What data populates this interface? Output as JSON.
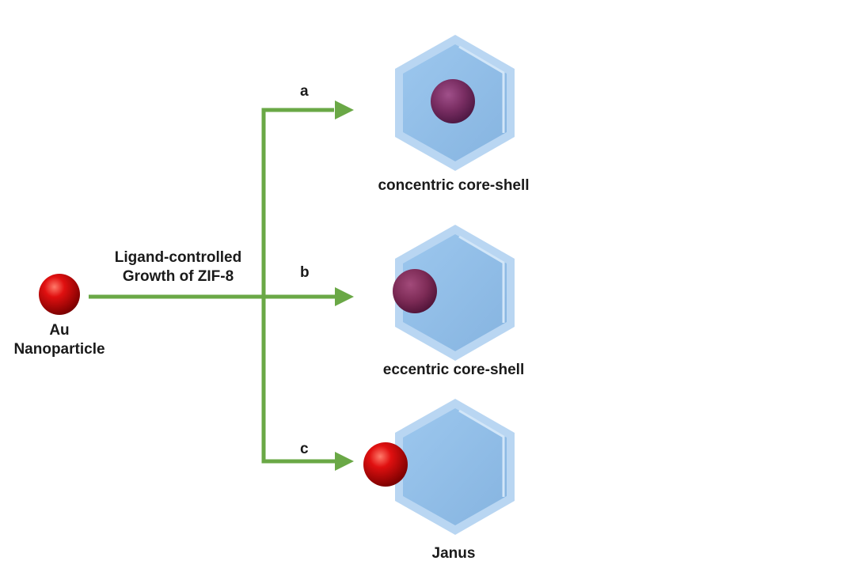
{
  "source": {
    "label_line1": "Au",
    "label_line2": "Nanoparticle"
  },
  "process": {
    "label_line1": "Ligand-controlled",
    "label_line2": "Growth of ZIF-8"
  },
  "branches": [
    {
      "letter": "a",
      "product": "concentric core-shell"
    },
    {
      "letter": "b",
      "product": "eccentric core-shell"
    },
    {
      "letter": "c",
      "product": "Janus"
    }
  ],
  "colors": {
    "arrow": "#6aa846",
    "hexagon_fill": "#94c0e8",
    "hexagon_edge": "#b9d6f2",
    "au_particle": "#cc0000",
    "embedded_particle": "#7a2a5a"
  }
}
